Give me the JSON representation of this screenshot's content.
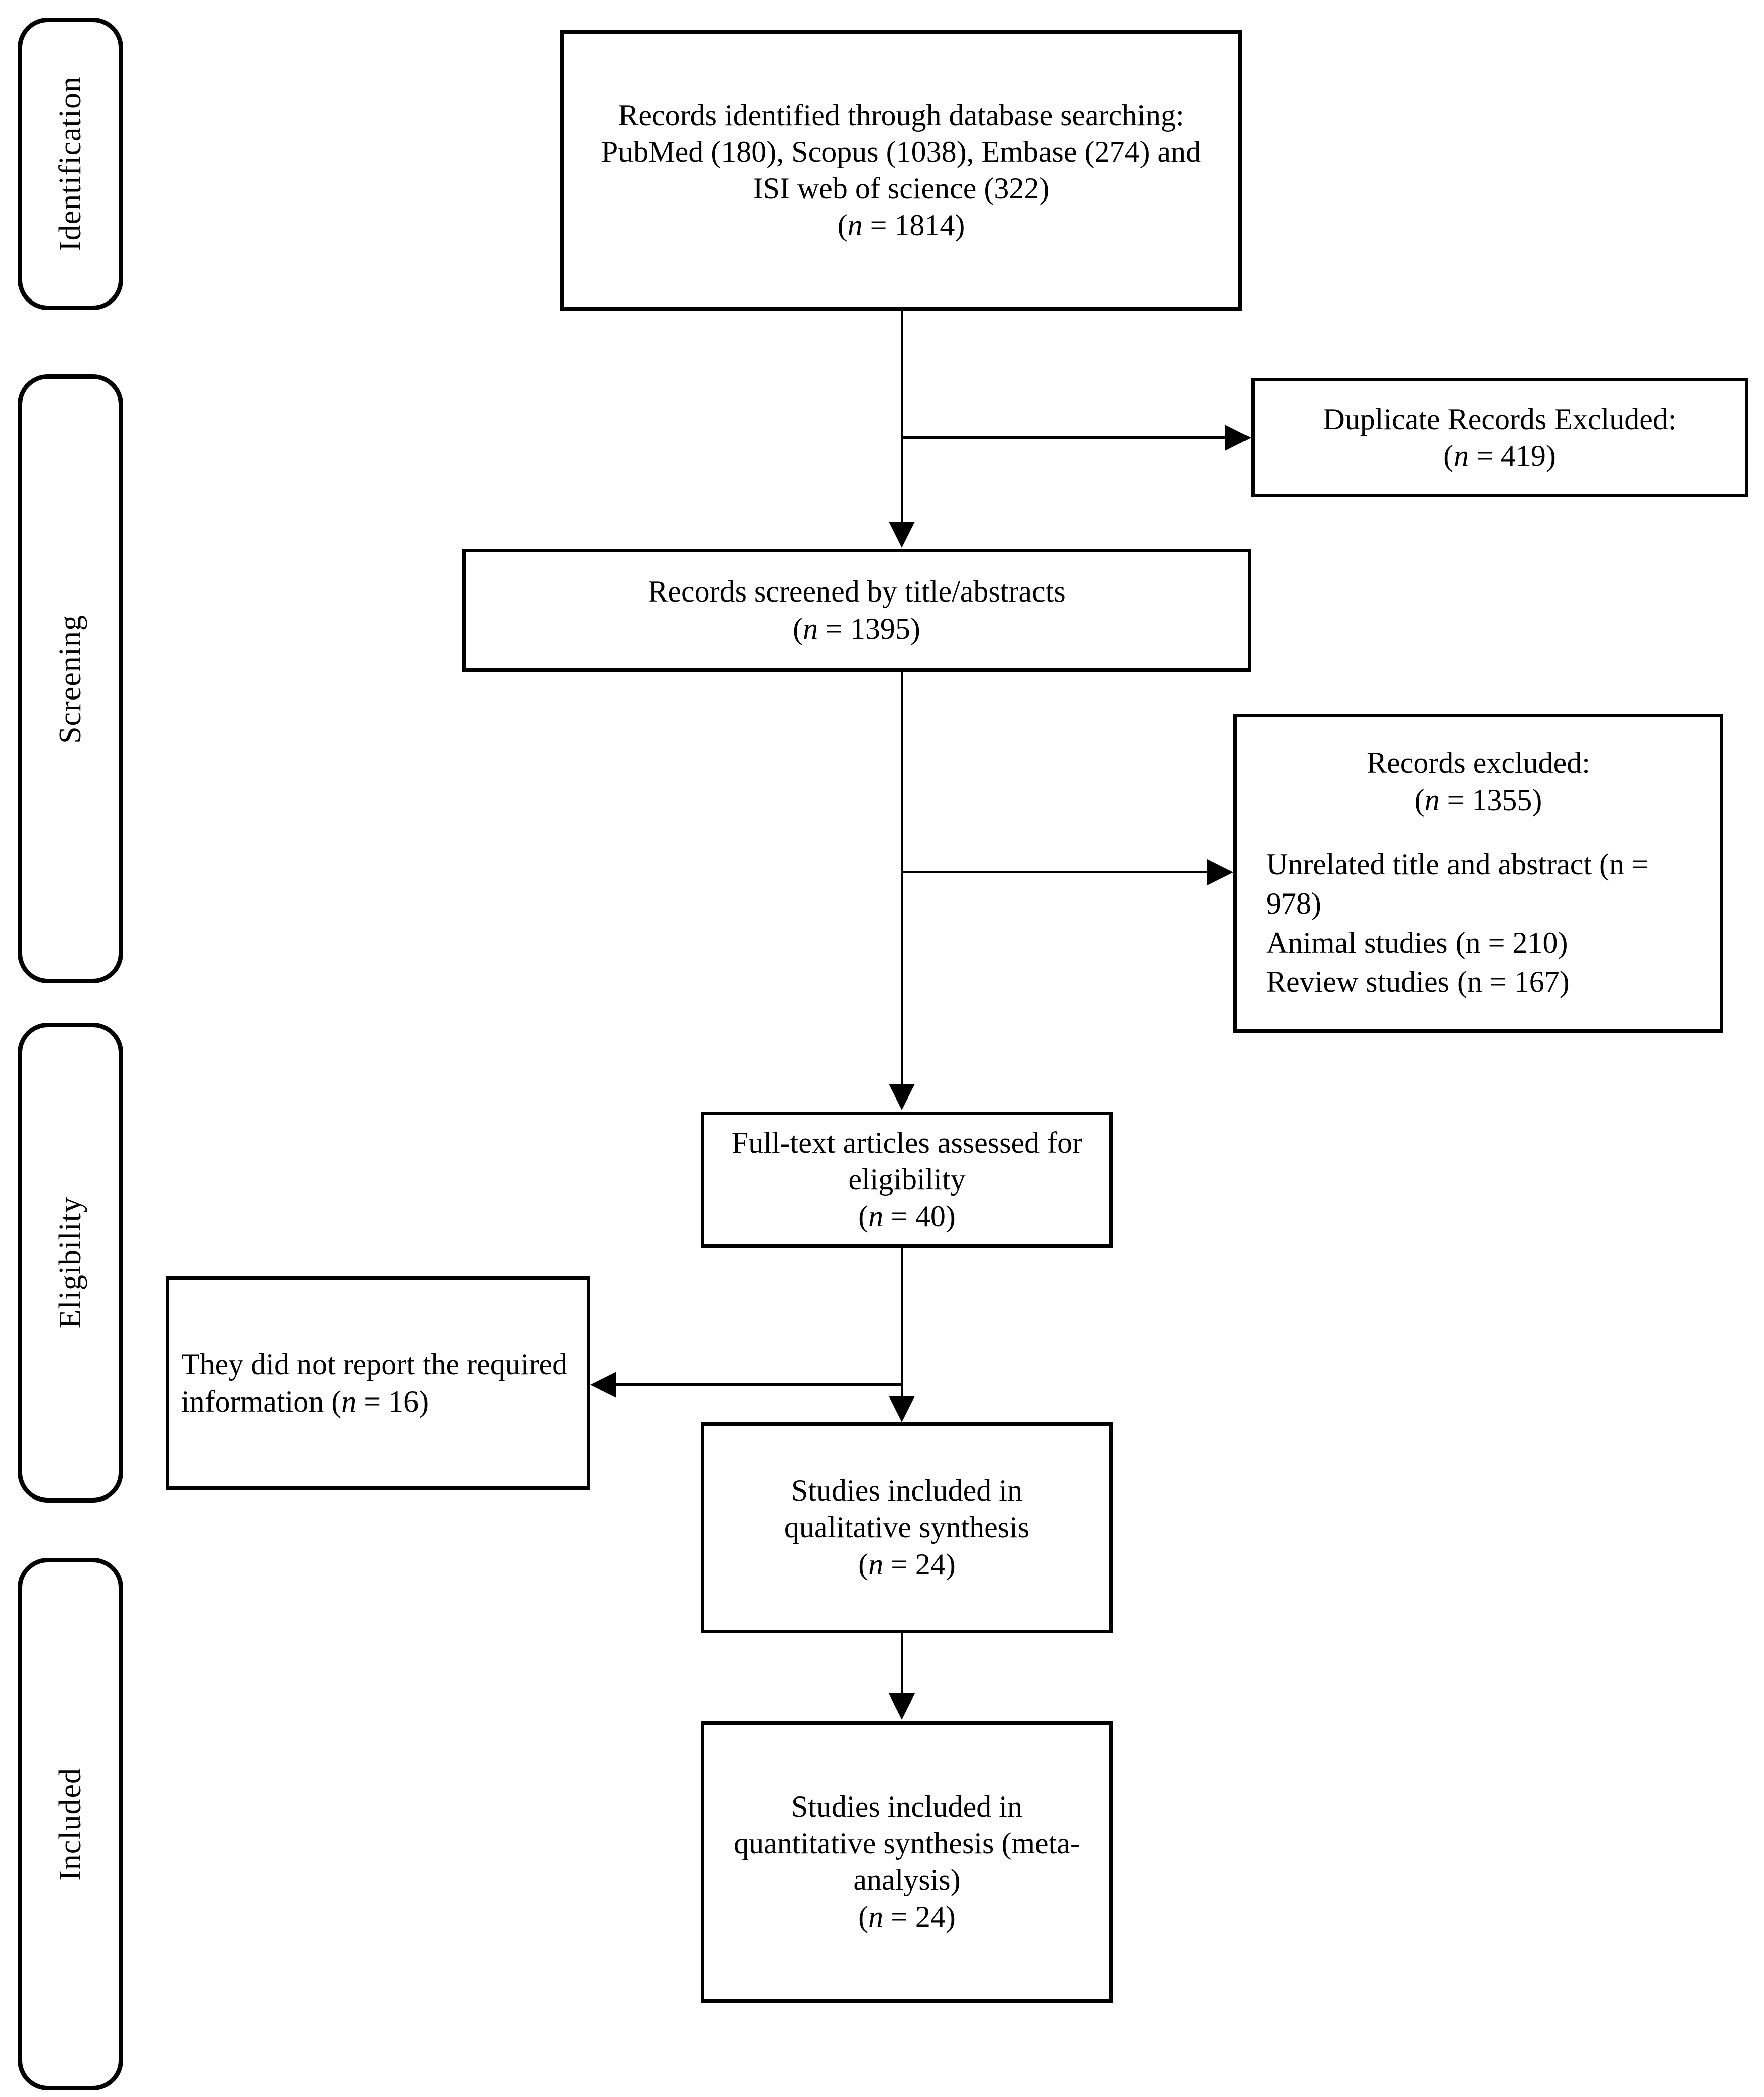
{
  "diagram": {
    "type": "prisma-flow-diagram",
    "stages": [
      {
        "id": "identification",
        "label": "Identification"
      },
      {
        "id": "screening",
        "label": "Screening"
      },
      {
        "id": "eligibility",
        "label": "Eligibility"
      },
      {
        "id": "included",
        "label": "Included"
      }
    ],
    "boxes": {
      "records_identified": {
        "line1": "Records identified through database searching:",
        "line2": "PubMed (180), Scopus (1038), Embase (274) and",
        "line3": "ISI web of science (322)",
        "count_prefix": "(",
        "count_italic": "n",
        "count_value": " = 1814)"
      },
      "duplicates_excluded": {
        "line1": "Duplicate Records Excluded:",
        "count_prefix": "(",
        "count_italic": "n",
        "count_value": " = 419)"
      },
      "records_screened": {
        "line1": "Records screened by title/abstracts",
        "count_prefix": "(",
        "count_italic": "n",
        "count_value": " = 1395)"
      },
      "records_excluded": {
        "line1": "Records excluded:",
        "count_prefix": "(",
        "count_italic": "n",
        "count_value": " = 1355)",
        "reason1": "Unrelated title and abstract (n = 978)",
        "reason2": "Animal studies (n = 210)",
        "reason3": "Review studies (n = 167)"
      },
      "full_text_assessed": {
        "line1": "Full-text articles assessed for",
        "line2": "eligibility",
        "count_prefix": "(",
        "count_italic": "n",
        "count_value": " = 40)"
      },
      "not_reported": {
        "line1": "They did not report the required",
        "line2_pre": "information (",
        "line2_italic": "n",
        "line2_post": " = 16)"
      },
      "qualitative_synthesis": {
        "line1": "Studies included in",
        "line2": "qualitative synthesis",
        "count_prefix": "(",
        "count_italic": "n",
        "count_value": " = 24)"
      },
      "quantitative_synthesis": {
        "line1": "Studies included in",
        "line2": "quantitative synthesis (meta-",
        "line3": "analysis)",
        "count_prefix": "(",
        "count_italic": "n",
        "count_value": " = 24)"
      }
    },
    "colors": {
      "stroke": "#000000",
      "fill": "#ffffff",
      "text": "#000000"
    }
  }
}
